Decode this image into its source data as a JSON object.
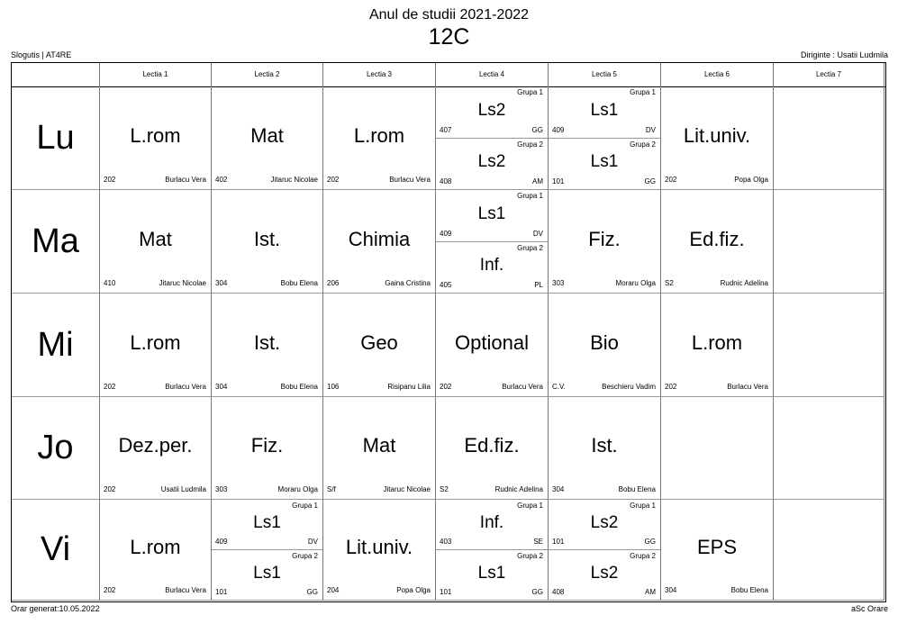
{
  "header": {
    "year": "Anul de studii 2021-2022",
    "class": "12C",
    "left": "Slogutis | AT4RE",
    "right": "Diriginte : Usatii Ludmila"
  },
  "footer": {
    "left": "Orar generat:10.05.2022",
    "right": "aSc Orare"
  },
  "columns": [
    "Lectia 1",
    "Lectia 2",
    "Lectia 3",
    "Lectia 4",
    "Lectia 5",
    "Lectia 6",
    "Lectia 7"
  ],
  "days": [
    "Lu",
    "Ma",
    "Mi",
    "Jo",
    "Vi"
  ],
  "rows": [
    [
      {
        "subject": "L.rom",
        "room": "202",
        "teacher": "Burlacu Vera"
      },
      {
        "subject": "Mat",
        "room": "402",
        "teacher": "Jitaruc Nicolae"
      },
      {
        "subject": "L.rom",
        "room": "202",
        "teacher": "Burlacu Vera"
      },
      {
        "groups": [
          {
            "group": "Grupa 1",
            "subject": "Ls2",
            "room": "407",
            "teacher": "GG"
          },
          {
            "group": "Grupa 2",
            "subject": "Ls2",
            "room": "408",
            "teacher": "AM"
          }
        ]
      },
      {
        "groups": [
          {
            "group": "Grupa 1",
            "subject": "Ls1",
            "room": "409",
            "teacher": "DV"
          },
          {
            "group": "Grupa 2",
            "subject": "Ls1",
            "room": "101",
            "teacher": "GG"
          }
        ]
      },
      {
        "subject": "Lit.univ.",
        "room": "202",
        "teacher": "Popa Olga"
      },
      {}
    ],
    [
      {
        "subject": "Mat",
        "room": "410",
        "teacher": "Jitaruc Nicolae"
      },
      {
        "subject": "Ist.",
        "room": "304",
        "teacher": "Bobu Elena"
      },
      {
        "subject": "Chimia",
        "room": "206",
        "teacher": "Gaina Cristina"
      },
      {
        "groups": [
          {
            "group": "Grupa 1",
            "subject": "Ls1",
            "room": "409",
            "teacher": "DV"
          },
          {
            "group": "Grupa 2",
            "subject": "Inf.",
            "room": "405",
            "teacher": "PL"
          }
        ]
      },
      {
        "subject": "Fiz.",
        "room": "303",
        "teacher": "Moraru Olga"
      },
      {
        "subject": "Ed.fiz.",
        "room": "S2",
        "teacher": "Rudnic Adelina"
      },
      {}
    ],
    [
      {
        "subject": "L.rom",
        "room": "202",
        "teacher": "Burlacu Vera"
      },
      {
        "subject": "Ist.",
        "room": "304",
        "teacher": "Bobu Elena"
      },
      {
        "subject": "Geo",
        "room": "106",
        "teacher": "Risipanu Lilia"
      },
      {
        "subject": "Optional",
        "room": "202",
        "teacher": "Burlacu Vera"
      },
      {
        "subject": "Bio",
        "room": "C.V.",
        "teacher": "Beschieru Vadim"
      },
      {
        "subject": "L.rom",
        "room": "202",
        "teacher": "Burlacu Vera"
      },
      {}
    ],
    [
      {
        "subject": "Dez.per.",
        "room": "202",
        "teacher": "Usatii Ludmila"
      },
      {
        "subject": "Fiz.",
        "room": "303",
        "teacher": "Moraru Olga"
      },
      {
        "subject": "Mat",
        "room": "S/f",
        "teacher": "Jitaruc Nicolae"
      },
      {
        "subject": "Ed.fiz.",
        "room": "S2",
        "teacher": "Rudnic Adelina"
      },
      {
        "subject": "Ist.",
        "room": "304",
        "teacher": "Bobu Elena"
      },
      {},
      {}
    ],
    [
      {
        "subject": "L.rom",
        "room": "202",
        "teacher": "Burlacu Vera"
      },
      {
        "groups": [
          {
            "group": "Grupa 1",
            "subject": "Ls1",
            "room": "409",
            "teacher": "DV"
          },
          {
            "group": "Grupa 2",
            "subject": "Ls1",
            "room": "101",
            "teacher": "GG"
          }
        ]
      },
      {
        "subject": "Lit.univ.",
        "room": "204",
        "teacher": "Popa Olga"
      },
      {
        "groups": [
          {
            "group": "Grupa 1",
            "subject": "Inf.",
            "room": "403",
            "teacher": "SE"
          },
          {
            "group": "Grupa 2",
            "subject": "Ls1",
            "room": "101",
            "teacher": "GG"
          }
        ]
      },
      {
        "groups": [
          {
            "group": "Grupa 1",
            "subject": "Ls2",
            "room": "101",
            "teacher": "GG"
          },
          {
            "group": "Grupa 2",
            "subject": "Ls2",
            "room": "408",
            "teacher": "AM"
          }
        ]
      },
      {
        "subject": "EPS",
        "room": "304",
        "teacher": "Bobu Elena"
      },
      {}
    ]
  ]
}
